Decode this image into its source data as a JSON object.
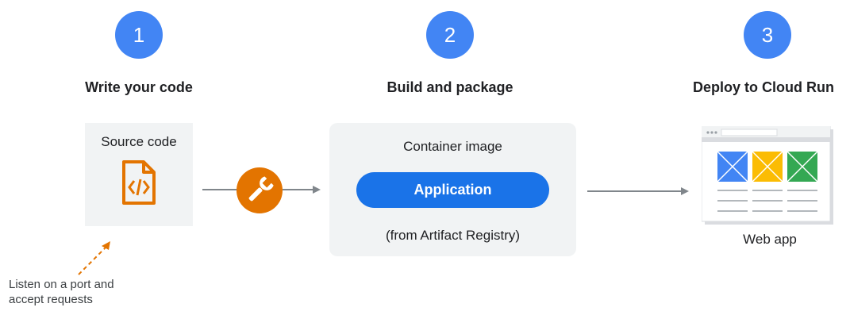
{
  "steps": [
    {
      "number": "1",
      "title": "Write your code"
    },
    {
      "number": "2",
      "title": "Build and package"
    },
    {
      "number": "3",
      "title": "Deploy to Cloud Run"
    }
  ],
  "source_box": {
    "title": "Source code",
    "icon": "code-file-icon"
  },
  "build_icon": "wrench-icon",
  "container_box": {
    "title": "Container image",
    "app_label": "Application",
    "registry_note": "(from Artifact Registry)"
  },
  "web_app": {
    "label": "Web app",
    "icon": "browser-window-icon"
  },
  "note": {
    "line1": "Listen on a port and",
    "line2": "accept requests"
  },
  "colors": {
    "step_circle": "#4285f4",
    "app_pill": "#1a73e8",
    "build_icon": "#e37400",
    "box_bg": "#f1f3f4",
    "tile_blue": "#4285f4",
    "tile_yellow": "#fbbc04",
    "tile_green": "#34a853"
  }
}
